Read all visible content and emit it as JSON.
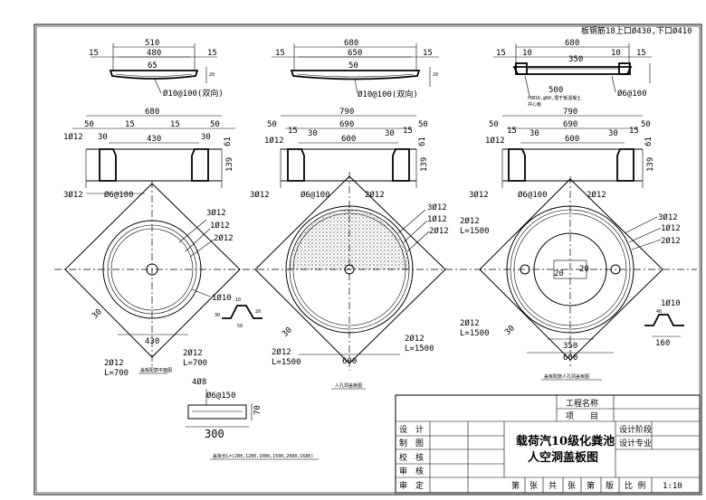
{
  "title_block": {
    "project_name": "工程名称",
    "item": "项　　目",
    "drawing_title_1": "载荷汽10级化粪池",
    "drawing_title_2": "人空洞盖板图",
    "stage": "设计阶段",
    "specialty": "设计专业",
    "roles": [
      "设　计",
      "制　图",
      "校　核",
      "审　核",
      "审　定"
    ],
    "footer": [
      "第",
      "张",
      "共",
      "张",
      "第",
      "版"
    ],
    "scale_label": "比 例",
    "scale_value": "1:10"
  },
  "views": {
    "left": {
      "top_dims": [
        "510",
        "480",
        "15",
        "15",
        "65"
      ],
      "rebar_top": "Ø10@100(双向)",
      "sec_dims": [
        "680",
        "50",
        "15",
        "15",
        "50",
        "430",
        "30",
        "30",
        "61",
        "139"
      ],
      "sec_rebar": [
        "1Ø12",
        "3Ø12",
        "Ø6@100"
      ],
      "plan_labels": [
        "3Ø12",
        "1Ø12",
        "2Ø12",
        "1Ø10",
        "30",
        "430",
        "2Ø12",
        "L=700",
        "2Ø12",
        "L=700"
      ],
      "detail": [
        "10",
        "50",
        "30",
        "20"
      ],
      "caption": "盖板配筋平面图"
    },
    "center": {
      "top_dims": [
        "680",
        "650",
        "15",
        "15",
        "50"
      ],
      "rebar_top": "Ø10@100(双向)",
      "sec_dims": [
        "790",
        "690",
        "600",
        "50",
        "15",
        "15",
        "50",
        "30",
        "30",
        "61",
        "139"
      ],
      "sec_rebar": [
        "1Ø12",
        "3Ø12",
        "2Ø12",
        "Ø6@100"
      ],
      "plan_labels": [
        "3Ø12",
        "1Ø12",
        "2Ø12",
        "2Ø12",
        "L=1500",
        "2Ø12",
        "L=1500",
        "2Ø12",
        "L=1500",
        "30",
        "600"
      ],
      "caption": "人孔洞盖板图"
    },
    "right": {
      "top_dims": [
        "680",
        "10",
        "350",
        "10",
        "15",
        "15",
        "500"
      ],
      "note_top": "板钢筋18上口Ø430,下口Ø410",
      "rebar_top": [
        "Ø6@100",
        "环Ø16,@60,埋于板混凝土",
        "井心板"
      ],
      "sec_dims": [
        "790",
        "690",
        "600",
        "50",
        "15",
        "15",
        "50",
        "30",
        "30",
        "61",
        "139"
      ],
      "sec_rebar": [
        "1Ø12",
        "3Ø12",
        "2Ø12",
        "Ø6@100"
      ],
      "plan_labels": [
        "3Ø12",
        "1Ø12",
        "2Ø12",
        "20",
        "20",
        "350",
        "600",
        "1Ø10",
        "40",
        "160",
        "30"
      ],
      "caption": "盖板配筋人孔洞盖板图"
    },
    "beam": {
      "labels": [
        "4Ø8",
        "Ø6@150",
        "300",
        "70"
      ],
      "caption": "盖板长L=(280,1280,1080,1500,2080,1680)"
    }
  }
}
